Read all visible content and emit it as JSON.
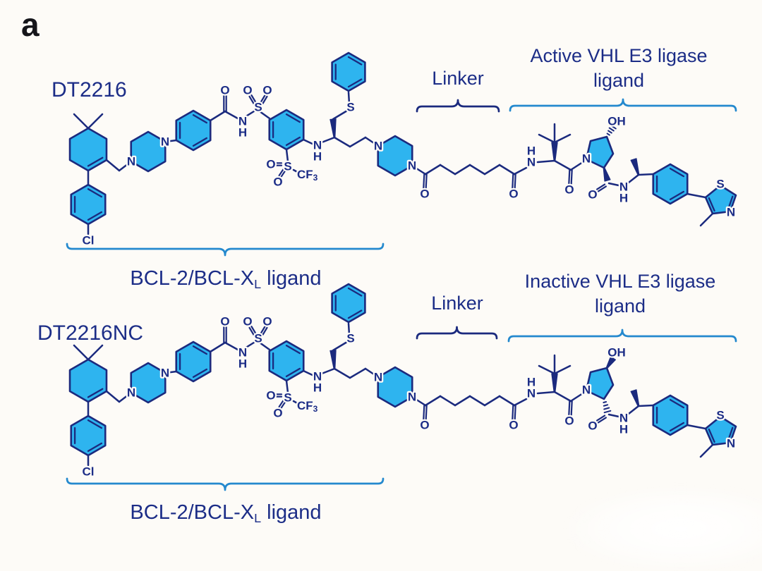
{
  "panel_label": "a",
  "colors": {
    "navy_text": "#1c2d87",
    "bond": "#1b2a7e",
    "ring_fill": "#2eb4ef",
    "bracket_blue": "#2489ce",
    "background": "#fdfbf7"
  },
  "atoms": {
    "N": "N",
    "H": "H",
    "O": "O",
    "S": "S",
    "Cl": "Cl",
    "OH": "OH",
    "CF": "CF",
    "sub3": "3"
  },
  "top": {
    "molecule_name": "DT2216",
    "linker_label": "Linker",
    "e3_label_line1": "Active VHL E3 ligase",
    "e3_label_line2": "ligand",
    "bcl_label_main": "BCL-2/BCL-X",
    "bcl_label_sub": "L",
    "bcl_label_tail": " ligand"
  },
  "bottom": {
    "molecule_name": "DT2216NC",
    "linker_label": "Linker",
    "e3_label_line1": "Inactive VHL E3 ligase",
    "e3_label_line2": "ligand",
    "bcl_label_main": "BCL-2/BCL-X",
    "bcl_label_sub": "L",
    "bcl_label_tail": " ligand"
  }
}
